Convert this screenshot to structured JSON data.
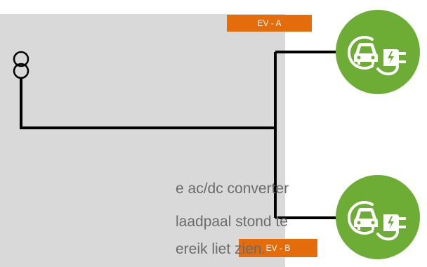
{
  "labels": {
    "ev_a": "EV - A",
    "ev_b": "EV - B"
  },
  "body_text": [
    "e ac/dc converter",
    "laadpaal stond te",
    "ereik liet zien."
  ],
  "colors": {
    "panel": "#d9d9d9",
    "label_bg": "#e46c0a",
    "charger_green": "#6dad35",
    "wire": "#000000"
  },
  "icons": {
    "transformer": "transformer-icon",
    "charger": "ev-charging-icon"
  }
}
